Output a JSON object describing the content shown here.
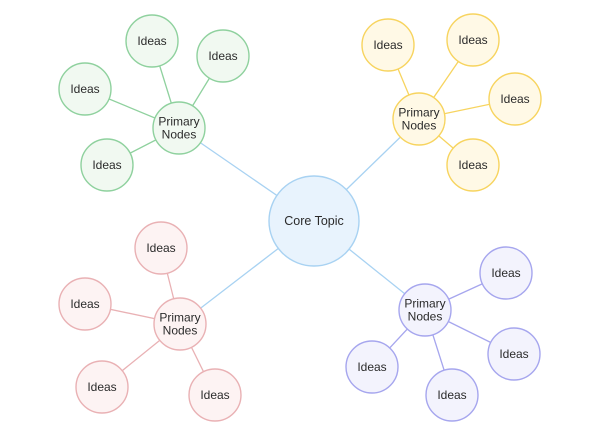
{
  "diagram": {
    "core": {
      "label": "Core Topic",
      "fill": "#e8f3fd",
      "stroke": "#a8d2f2",
      "link_color": "#a8d2f2"
    },
    "branches": [
      {
        "name": "green",
        "primary": {
          "label": [
            "Primary",
            "Nodes"
          ]
        },
        "fill": "#f1f9f1",
        "stroke": "#8fd19e",
        "ideas": [
          "Ideas",
          "Ideas",
          "Ideas",
          "Ideas"
        ]
      },
      {
        "name": "yellow",
        "primary": {
          "label": [
            "Primary",
            "Nodes"
          ]
        },
        "fill": "#fff9e6",
        "stroke": "#f7d45f",
        "ideas": [
          "Ideas",
          "Ideas",
          "Ideas",
          "Ideas"
        ]
      },
      {
        "name": "pink",
        "primary": {
          "label": [
            "Primary",
            "Nodes"
          ]
        },
        "fill": "#fdf3f3",
        "stroke": "#e9b1b4",
        "ideas": [
          "Ideas",
          "Ideas",
          "Ideas",
          "Ideas"
        ]
      },
      {
        "name": "blue",
        "primary": {
          "label": [
            "Primary",
            "Nodes"
          ]
        },
        "fill": "#f3f3fd",
        "stroke": "#a6a6ee",
        "ideas": [
          "Ideas",
          "Ideas",
          "Ideas",
          "Ideas"
        ]
      }
    ]
  }
}
